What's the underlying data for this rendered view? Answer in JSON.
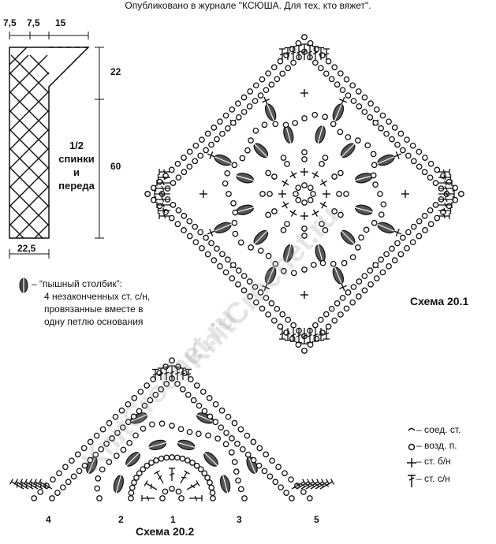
{
  "header": {
    "published": "Опубликовано в журнале \"КСЮША. Для тех, кто вяжет\"."
  },
  "pattern_panel": {
    "dim_top": [
      "7,5",
      "7,5",
      "15"
    ],
    "dim_right": [
      "22",
      "60"
    ],
    "dim_bottom": "22,5",
    "label_lines": [
      "1/2",
      "спинки",
      "и",
      "переда"
    ]
  },
  "stitch_note": {
    "title": "– “пышный столбик”:",
    "lines": [
      "4 незаконченных ст. с/н,",
      "провязанные вместе в",
      "одну петлю основания"
    ]
  },
  "scheme1": {
    "title": "Схема 20.1"
  },
  "scheme2": {
    "title": "Схема 20.2",
    "numbers": [
      "4",
      "2",
      "1",
      "3",
      "5"
    ]
  },
  "legend": [
    {
      "icon": "slip-stitch-icon",
      "label": "– соед. ст."
    },
    {
      "icon": "chain-stitch-icon",
      "label": "– возд. п."
    },
    {
      "icon": "single-crochet-icon",
      "label": "– ст. б/н"
    },
    {
      "icon": "double-crochet-icon",
      "label": "– ст. с/н"
    }
  ],
  "watermark": "KnitCrochet.ru"
}
